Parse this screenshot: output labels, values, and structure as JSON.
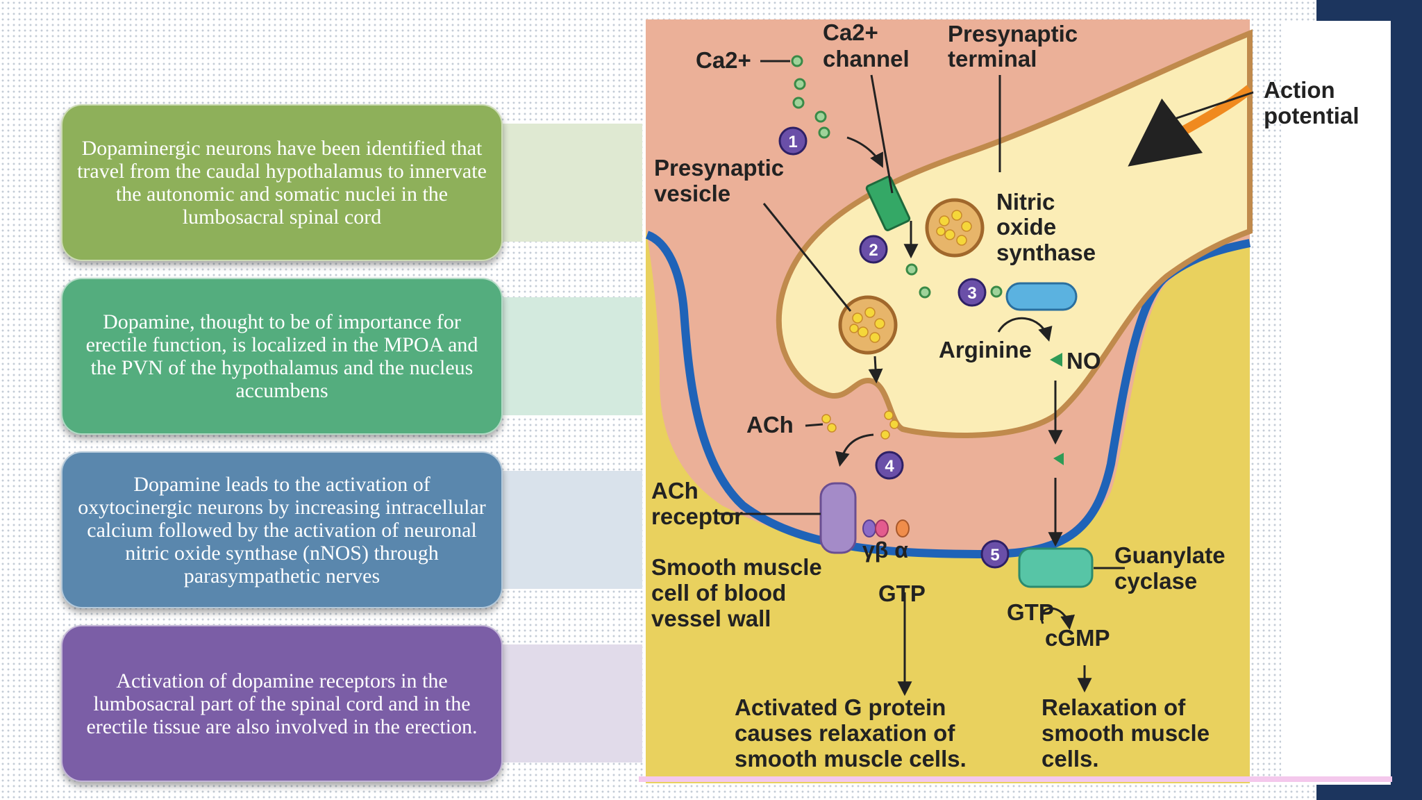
{
  "cards": [
    {
      "text": "Dopaminergic neurons have been identified that travel from the caudal hypothalamus to innervate the autonomic and somatic nuclei in the lumbosacral spinal cord",
      "color": "#8eb05a"
    },
    {
      "text": "Dopamine, thought to be of importance for erectile function, is localized in the MPOA and the PVN of the hypothalamus and the nucleus accumbens",
      "color": "#54ad7e"
    },
    {
      "text": "Dopamine leads to the activation of oxytocinergic neurons by increasing intracellular calcium followed by the activation of neuronal nitric oxide synthase (nNOS) through parasympathetic nerves",
      "color": "#5a87ad"
    },
    {
      "text": "Activation of dopamine receptors in the lumbosacral part of the spinal cord and in the erectile tissue are also involved in the erection.",
      "color": "#7b5ea6"
    }
  ],
  "bands": [
    "#dfe9d2",
    "#d3eade",
    "#d9e2eb",
    "#e1dbea"
  ],
  "diagram": {
    "labels": {
      "ca_ion": "Ca2+",
      "ca_channel_1": "Ca2+",
      "ca_channel_2": "channel",
      "presyn_terminal_1": "Presynaptic",
      "presyn_terminal_2": "terminal",
      "action_potential_1": "Action",
      "action_potential_2": "potential",
      "presyn_vesicle_1": "Presynaptic",
      "presyn_vesicle_2": "vesicle",
      "nos_1": "Nitric",
      "nos_2": "oxide",
      "nos_3": "synthase",
      "arginine": "Arginine",
      "no": "NO",
      "ach": "ACh",
      "ach_receptor_1": "ACh",
      "ach_receptor_2": "receptor",
      "gamma_beta_alpha": "γβ α",
      "smooth_1": "Smooth muscle",
      "smooth_2": "cell of blood",
      "smooth_3": "vessel wall",
      "gtp_left": "GTP",
      "guanylate_1": "Guanylate",
      "guanylate_2": "cyclase",
      "gtp_right": "GTP",
      "cgmp": "cGMP",
      "gprotein_1": "Activated G protein",
      "gprotein_2": "causes relaxation of",
      "gprotein_3": "smooth muscle cells.",
      "relax_1": "Relaxation of",
      "relax_2": "smooth muscle",
      "relax_3": "cells."
    },
    "steps": [
      "1",
      "2",
      "3",
      "4",
      "5"
    ]
  }
}
